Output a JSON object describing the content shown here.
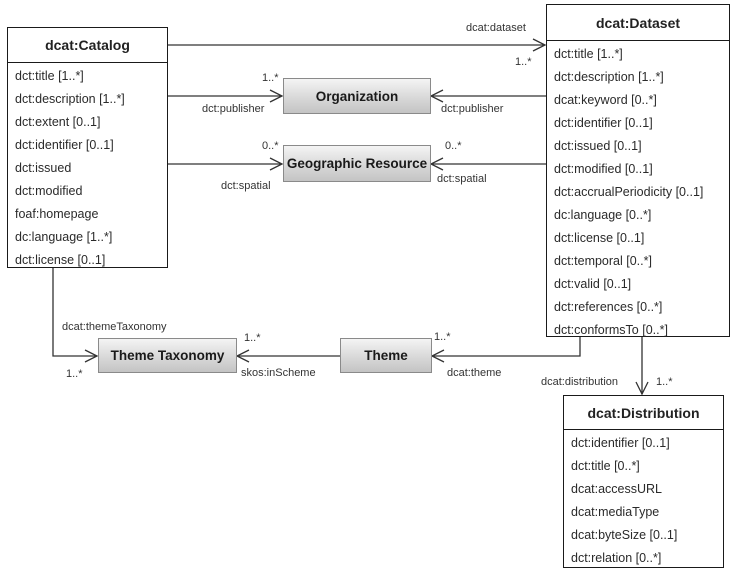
{
  "classes": {
    "catalog": {
      "title": "dcat:Catalog",
      "attributes": [
        "dct:title [1..*]",
        "dct:description [1..*]",
        "dct:extent [0..1]",
        "dct:identifier [0..1]",
        "dct:issued",
        "dct:modified",
        "foaf:homepage",
        "dc:language [1..*]",
        "dct:license [0..1]"
      ]
    },
    "dataset": {
      "title": "dcat:Dataset",
      "attributes": [
        "dct:title [1..*]",
        "dct:description [1..*]",
        "dcat:keyword [0..*]",
        "dct:identifier [0..1]",
        "dct:issued [0..1]",
        "dct:modified [0..1]",
        "dct:accrualPeriodicity [0..1]",
        "dc:language [0..*]",
        "dct:license [0..1]",
        "dct:temporal [0..*]",
        "dct:valid [0..1]",
        "dct:references [0..*]",
        "dct:conformsTo [0..*]"
      ]
    },
    "distribution": {
      "title": "dcat:Distribution",
      "attributes": [
        "dct:identifier [0..1]",
        "dct:title [0..*]",
        "dcat:accessURL",
        "dcat:mediaType",
        "dcat:byteSize [0..1]",
        "dct:relation [0..*]"
      ]
    }
  },
  "nodes": {
    "organization": "Organization",
    "geographic_resource": "Geographic Resource",
    "theme_taxonomy": "Theme Taxonomy",
    "theme": "Theme"
  },
  "edges": {
    "catalog_dataset": {
      "label": "dcat:dataset",
      "multiplicity": "1..*"
    },
    "catalog_publisher": {
      "label": "dct:publisher",
      "multiplicity": "1..*"
    },
    "catalog_spatial": {
      "label": "dct:spatial",
      "multiplicity": "0..*"
    },
    "dataset_publisher": {
      "label": "dct:publisher"
    },
    "dataset_spatial": {
      "label": "dct:spatial",
      "multiplicity": "0..*"
    },
    "catalog_theme_taxonomy": {
      "label": "dcat:themeTaxonomy",
      "multiplicity": "1..*"
    },
    "theme_in_scheme": {
      "label": "skos:inScheme",
      "multiplicity": "1..*"
    },
    "dataset_theme": {
      "label": "dcat:theme",
      "multiplicity": "1..*"
    },
    "dataset_distribution": {
      "label": "dcat:distribution",
      "multiplicity": "1..*"
    }
  }
}
